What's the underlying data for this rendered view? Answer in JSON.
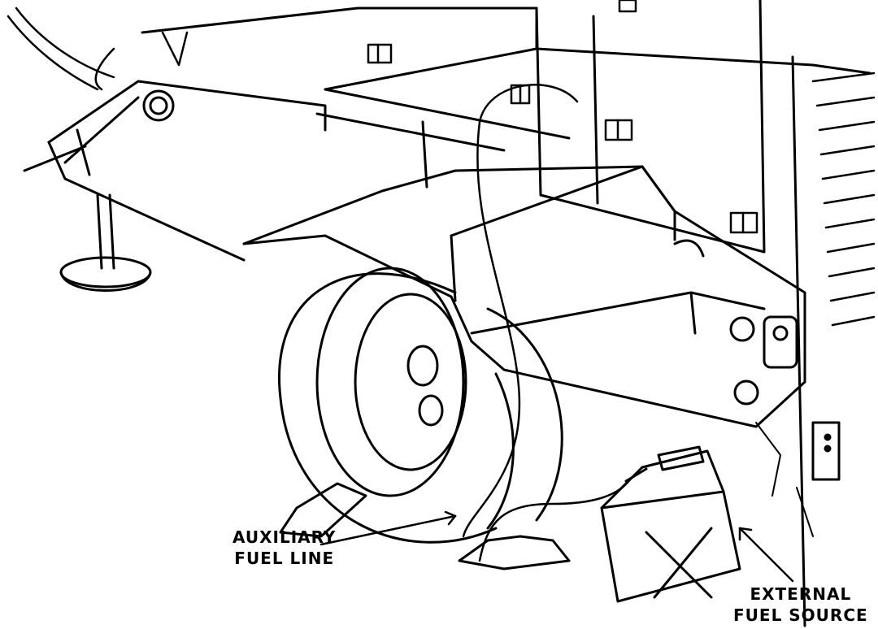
{
  "labels": {
    "auxiliary_fuel_line": {
      "line1": "AUXILIARY",
      "line2": "FUEL LINE"
    },
    "external_fuel_source": {
      "line1": "EXTERNAL",
      "line2": "FUEL SOURCE"
    }
  },
  "colors": {
    "ink": "#000000",
    "paper": "#ffffff"
  }
}
